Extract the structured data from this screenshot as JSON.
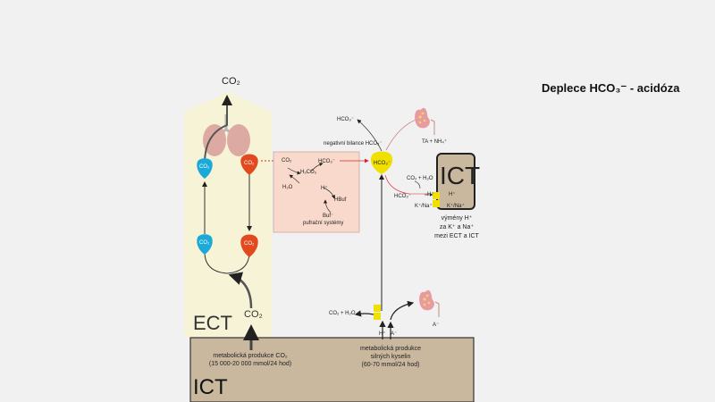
{
  "title": "Deplece HCO₃⁻ - acidóza",
  "labels": {
    "co2_top": "CO₂",
    "ecf": "ECT",
    "icf_bottom": "ICT",
    "icf_cell": "ICT",
    "co2_bottom": "CO₂",
    "metab_co2_line1": "metabolická produkce CO₂",
    "metab_co2_line2": "(15 000-20 000 mmol/24 hod)",
    "metab_acid_line1": "metabolická produkce",
    "metab_acid_line2": "silných kyselin",
    "metab_acid_line3": "(60-70 mmol/24 hod)",
    "hplus": "H⁺",
    "aminus": "A⁻",
    "a_kidney": "A⁻",
    "co2_h2o": "CO₂ + H₂O",
    "hco3_out": "HCO₃⁻",
    "neg_balance": "negativní bilance HCO₃⁻",
    "ta_nh4": "TA + NH₄⁺",
    "cell_co2h2o": "CO₂ + H₂O",
    "cell_hco3": "HCO₃⁻",
    "cell_hplus": "H⁺",
    "cell_hplus2": "H⁺",
    "k_na_out": "K⁺/Na⁺",
    "k_na_in": "K⁺/Na⁺",
    "exchange_line1": "výmény H⁺",
    "exchange_line2": "za K⁺ a Na⁺",
    "exchange_line3": "mezi ECT a ICT",
    "buf_co2": "CO₂",
    "buf_h2co3": "H₂CO₃",
    "buf_hco3": "HCO₃⁻",
    "buf_h2o": "H₂O",
    "buf_hplus": "H⁺",
    "buf_hbuf": "HBuf",
    "buf_buf": "Buf⁻",
    "buf_systems": "pufrační systémy",
    "drop_hco3": "HCO₃⁻",
    "drop_co2_l1": "CO₂",
    "drop_co2_l2": "CO₂",
    "drop_co2_r1": "CO₂",
    "drop_co2_r2": "CO₂"
  },
  "colors": {
    "background": "#f1f1f1",
    "ecf_fill": "#f7f3d6",
    "icf_fill": "#c9b89e",
    "buffer_box": "#f9d9cc",
    "blue_drop": "#1aa9d8",
    "red_drop": "#e2491e",
    "yellow_drop": "#f0e000",
    "lung": "#d9a9a0",
    "kidney": "#e79aa0"
  }
}
